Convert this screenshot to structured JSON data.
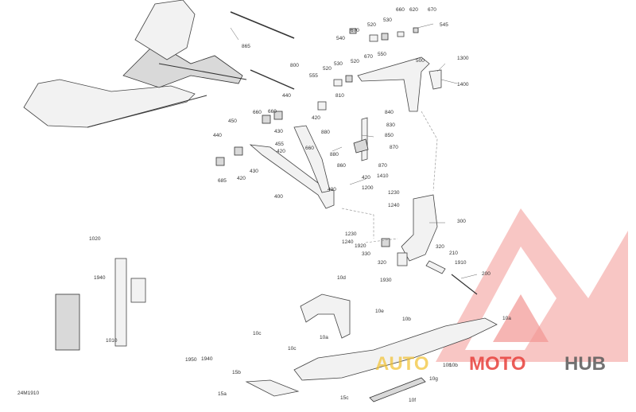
{
  "diagram": {
    "code": "24M1910",
    "labels": [
      {
        "text": "865"
      },
      {
        "text": "660"
      },
      {
        "text": "620"
      },
      {
        "text": "670"
      },
      {
        "text": "530"
      },
      {
        "text": "545"
      },
      {
        "text": "540"
      },
      {
        "text": "670"
      },
      {
        "text": "520"
      },
      {
        "text": "800"
      },
      {
        "text": "520"
      },
      {
        "text": "530"
      },
      {
        "text": "670"
      },
      {
        "text": "550"
      },
      {
        "text": "555"
      },
      {
        "text": "520"
      },
      {
        "text": "500"
      },
      {
        "text": "1300"
      },
      {
        "text": "1400"
      },
      {
        "text": "810"
      },
      {
        "text": "440"
      },
      {
        "text": "660"
      },
      {
        "text": "420"
      },
      {
        "text": "660"
      },
      {
        "text": "430"
      },
      {
        "text": "450"
      },
      {
        "text": "430"
      },
      {
        "text": "420"
      },
      {
        "text": "840"
      },
      {
        "text": "830"
      },
      {
        "text": "880"
      },
      {
        "text": "850"
      },
      {
        "text": "870"
      },
      {
        "text": "440"
      },
      {
        "text": "660"
      },
      {
        "text": "455"
      },
      {
        "text": "420"
      },
      {
        "text": "880"
      },
      {
        "text": "860"
      },
      {
        "text": "870"
      },
      {
        "text": "420"
      },
      {
        "text": "430"
      },
      {
        "text": "685"
      },
      {
        "text": "1410"
      },
      {
        "text": "1200"
      },
      {
        "text": "400"
      },
      {
        "text": "1230"
      },
      {
        "text": "1240"
      },
      {
        "text": "300"
      },
      {
        "text": "1230"
      },
      {
        "text": "1240"
      },
      {
        "text": "1920"
      },
      {
        "text": "330"
      },
      {
        "text": "320"
      },
      {
        "text": "210"
      },
      {
        "text": "1910"
      },
      {
        "text": "320"
      },
      {
        "text": "1930"
      },
      {
        "text": "200"
      },
      {
        "text": "1020"
      },
      {
        "text": "1940"
      },
      {
        "text": "10d"
      },
      {
        "text": "10e"
      },
      {
        "text": "10b"
      },
      {
        "text": "10a"
      },
      {
        "text": "10c"
      },
      {
        "text": "10a"
      },
      {
        "text": "10c"
      },
      {
        "text": "1010"
      },
      {
        "text": "1950"
      },
      {
        "text": "1940"
      },
      {
        "text": "15b"
      },
      {
        "text": "10b"
      },
      {
        "text": "10g"
      },
      {
        "text": "10h"
      },
      {
        "text": "15a"
      },
      {
        "text": "15c"
      },
      {
        "text": "10f"
      }
    ]
  },
  "watermark": {
    "part1": "AUTO",
    "part2": "MOTO",
    "part3": "HUB",
    "color_red": "#e8413c",
    "color_yellow": "#f2c12e",
    "color_gray": "#5a5a5a"
  }
}
